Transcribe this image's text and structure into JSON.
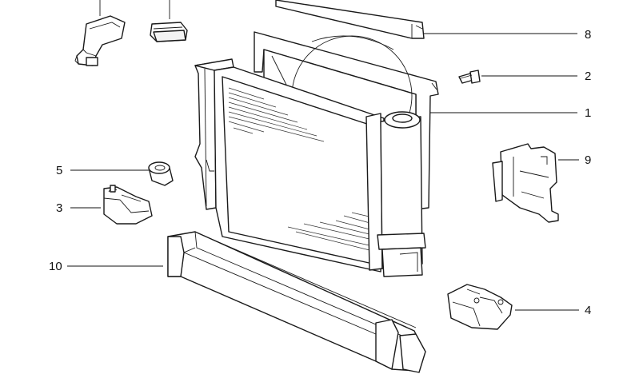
{
  "diagram": {
    "callouts": [
      {
        "id": "8",
        "label": "8"
      },
      {
        "id": "2",
        "label": "2"
      },
      {
        "id": "1",
        "label": "1"
      },
      {
        "id": "9",
        "label": "9"
      },
      {
        "id": "5",
        "label": "5"
      },
      {
        "id": "3",
        "label": "3"
      },
      {
        "id": "10",
        "label": "10"
      },
      {
        "id": "4",
        "label": "4"
      }
    ],
    "colors": {
      "line": "#1a1a1a",
      "background": "#ffffff"
    }
  }
}
